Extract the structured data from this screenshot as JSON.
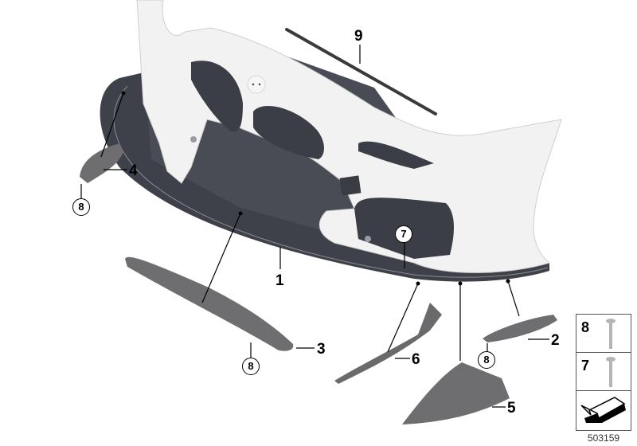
{
  "diagram": {
    "type": "exploded-parts-diagram",
    "subject": "front bumper with splitter / underbody aero parts",
    "colors": {
      "bumper": "#f2f2f2",
      "bumper_shade": "#d9d9d9",
      "splitter": "#3f414a",
      "part_grey": "#6e6e70",
      "line": "#000000"
    },
    "callouts": [
      {
        "id": "1",
        "label": "1",
        "part": "splitter-panel"
      },
      {
        "id": "2",
        "label": "2",
        "part": "right-side-plate"
      },
      {
        "id": "3",
        "label": "3",
        "part": "front-strip"
      },
      {
        "id": "4",
        "label": "4",
        "part": "left-side-plate"
      },
      {
        "id": "5",
        "label": "5",
        "part": "corner-deflector"
      },
      {
        "id": "6",
        "label": "6",
        "part": "side-trim-strip"
      },
      {
        "id": "9",
        "label": "9",
        "part": "sealing-strip"
      }
    ],
    "circled_callouts": [
      {
        "id": "7",
        "label": "7",
        "part": "screw-7"
      },
      {
        "id": "8a",
        "label": "8",
        "part": "screw-8-left"
      },
      {
        "id": "8b",
        "label": "8",
        "part": "screw-8-front"
      },
      {
        "id": "8c",
        "label": "8",
        "part": "screw-8-right"
      }
    ]
  },
  "legend": {
    "rows": [
      {
        "label": "8",
        "icon": "screw-icon"
      },
      {
        "label": "7",
        "icon": "screw-icon"
      },
      {
        "label": "",
        "icon": "direction-arrow-icon"
      }
    ]
  },
  "footer": {
    "diagram_id": "503159"
  }
}
